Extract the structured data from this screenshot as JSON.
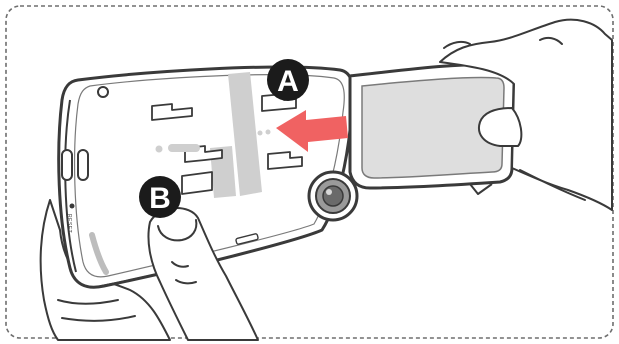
{
  "markers": {
    "a": {
      "label": "A"
    },
    "b": {
      "label": "B"
    }
  },
  "device": {
    "button_label": "RESET"
  },
  "colors": {
    "outline": "#3a3a3a",
    "frame_dash": "#6e6e6e",
    "marker_fill": "#1b1b1b",
    "marker_text": "#ffffff",
    "arrow": "#f06262",
    "pad_gray": "#cfcfcf",
    "screen_gray": "#dedede",
    "lens": "#7a7a7a"
  },
  "icons": {
    "direction": "arrow-left-icon",
    "lens": "camera-lens-icon"
  }
}
